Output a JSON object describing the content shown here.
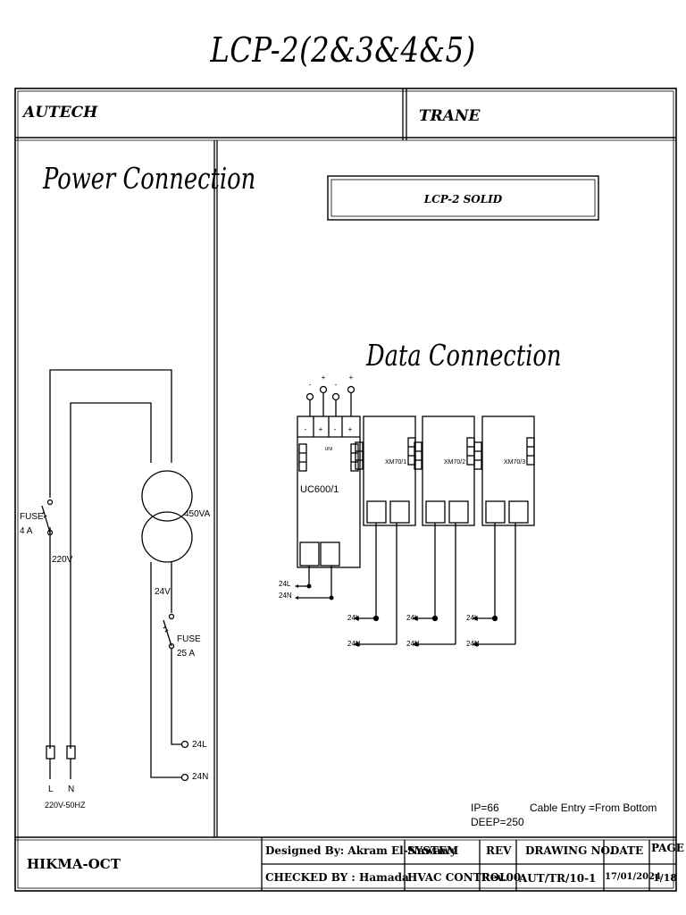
{
  "sheet_title": "LCP-2(2&3&4&5)",
  "header": {
    "left": "AUTECH",
    "right": "TRANE"
  },
  "power": {
    "title": "Power Connection",
    "fuse_main": "FUSE",
    "fuse_main_rating": "4 A",
    "primary_voltage": "220V",
    "transformer": "450VA",
    "secondary_voltage": "24V",
    "fuse_secondary": "FUSE",
    "fuse_secondary_rating": "25 A",
    "out_l": "24L",
    "out_n": "24N",
    "term_l": "L",
    "term_n": "N",
    "supply": "220V-50HZ"
  },
  "panel_label": "LCP-2 SOLID",
  "data": {
    "title": "Data Connection",
    "controller": "UC600/1",
    "controller_tag": "UNI",
    "io_symbols": [
      "-",
      "+",
      "-",
      "+"
    ],
    "modules": [
      "XM70/1",
      "XM70/2",
      "XM70/3"
    ],
    "wire_24l": "24L",
    "wire_24n": "24N"
  },
  "notes": {
    "ip": "IP=66",
    "deep": "DEEP=250",
    "cable": "Cable Entry =From Bottom"
  },
  "title_block": {
    "project": "HIKMA-OCT",
    "designed_by": "Designed By: Akram El-Nawawy",
    "checked_by": "CHECKED BY : Hamada",
    "system_label": "SYSTEM",
    "system_value": "HVAC CONTROL",
    "rev_label": "REV",
    "rev_value": "Rev.00",
    "drawing_label": "DRAWING NO.",
    "drawing_value": "AUT/TR/10-1",
    "date_label": "DATE",
    "date_value": "17/01/2024",
    "page_label": "PAGE",
    "page_value": "1/18"
  }
}
